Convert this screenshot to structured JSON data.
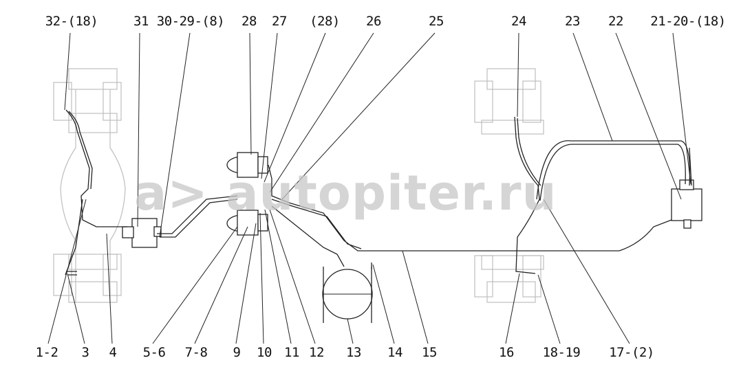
{
  "watermark": "a> autopiter.ru",
  "labels_top": [
    "32-(18)",
    "31",
    "30-29-(8)",
    "28",
    "27",
    "(28)",
    "26",
    "25",
    "24",
    "23",
    "22",
    "21-20-(18)"
  ],
  "labels_bottom": [
    "1-2",
    "3",
    "4",
    "5-6",
    "7-8",
    "9",
    "10",
    "11",
    "12",
    "13",
    "14",
    "15",
    "16",
    "18-19",
    "17-(2)"
  ]
}
